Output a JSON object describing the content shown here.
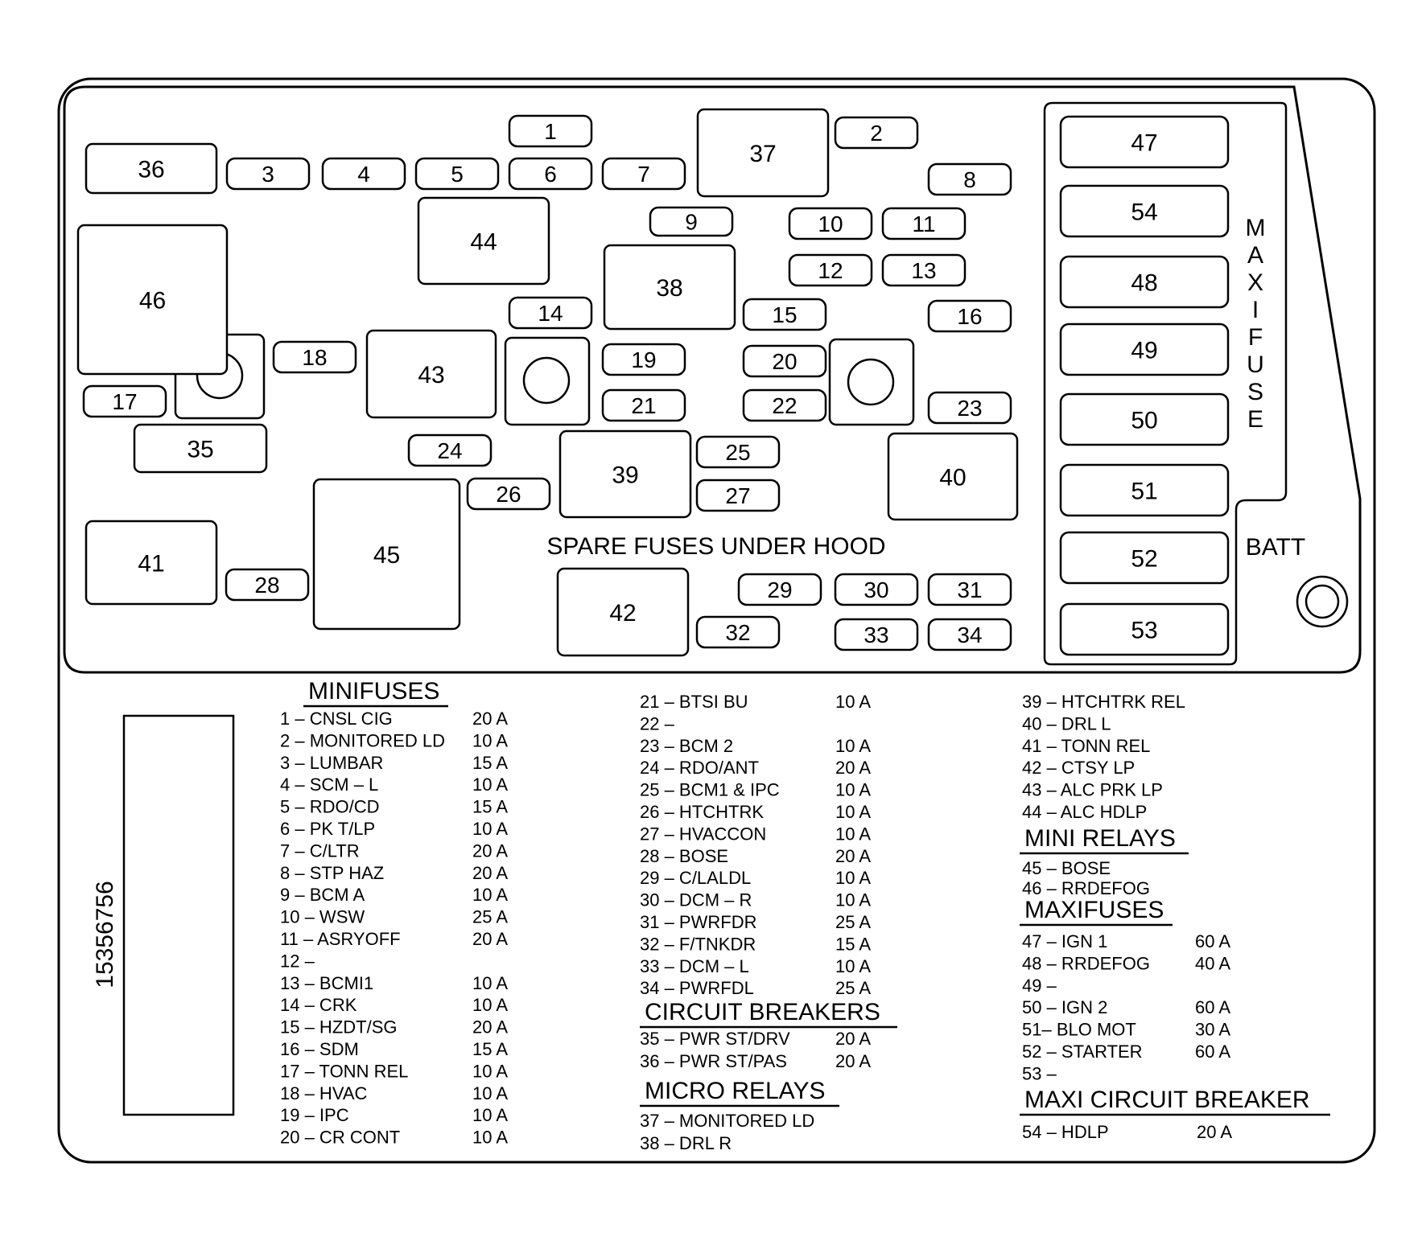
{
  "diagram": {
    "part_number": "15356756",
    "spare_note": "SPARE FUSES UNDER HOOD",
    "batt_label": "BATT",
    "maxi_fuse_label": "MAXIFUSE",
    "components": [
      "1",
      "2",
      "3",
      "4",
      "5",
      "6",
      "7",
      "8",
      "9",
      "10",
      "11",
      "12",
      "13",
      "14",
      "15",
      "16",
      "17",
      "18",
      "19",
      "20",
      "21",
      "22",
      "23",
      "24",
      "25",
      "26",
      "27",
      "28",
      "29",
      "30",
      "31",
      "32",
      "33",
      "34",
      "35",
      "36",
      "37",
      "38",
      "39",
      "40",
      "41",
      "42",
      "43",
      "44",
      "45",
      "46",
      "47",
      "48",
      "49",
      "50",
      "51",
      "52",
      "53",
      "54"
    ]
  },
  "legend": {
    "minifuses": {
      "title": "MINIFUSES",
      "col1": [
        {
          "label": "1 – CNSL CIG",
          "amps": "20 A"
        },
        {
          "label": "2 – MONITORED LD",
          "amps": "10 A"
        },
        {
          "label": "3 – LUMBAR",
          "amps": "15 A"
        },
        {
          "label": "4 – SCM – L",
          "amps": "10 A"
        },
        {
          "label": "5 – RDO/CD",
          "amps": "15 A"
        },
        {
          "label": "6 – PK T/LP",
          "amps": "10 A"
        },
        {
          "label": "7 – C/LTR",
          "amps": "20 A"
        },
        {
          "label": "8 – STP HAZ",
          "amps": "20 A"
        },
        {
          "label": "9 – BCM A",
          "amps": "10 A"
        },
        {
          "label": "10 – WSW",
          "amps": "25 A"
        },
        {
          "label": "11 – ASRYOFF",
          "amps": "20 A"
        },
        {
          "label": "12 –",
          "amps": ""
        },
        {
          "label": "13 – BCMI1",
          "amps": "10 A"
        },
        {
          "label": "14 – CRK",
          "amps": "10 A"
        },
        {
          "label": "15 – HZDT/SG",
          "amps": "20 A"
        },
        {
          "label": "16 – SDM",
          "amps": "15 A"
        },
        {
          "label": "17 – TONN REL",
          "amps": "10 A"
        },
        {
          "label": "18 – HVAC",
          "amps": "10 A"
        },
        {
          "label": "19 – IPC",
          "amps": "10 A"
        },
        {
          "label": "20 – CR CONT",
          "amps": "10 A"
        }
      ],
      "col2": [
        {
          "label": "21 – BTSI BU",
          "amps": "10 A"
        },
        {
          "label": "22 –",
          "amps": ""
        },
        {
          "label": "23 – BCM 2",
          "amps": "10 A"
        },
        {
          "label": "24 – RDO/ANT",
          "amps": "20 A"
        },
        {
          "label": "25 – BCM1 & IPC",
          "amps": "10 A"
        },
        {
          "label": "26 – HTCHTRK",
          "amps": "10 A"
        },
        {
          "label": "27 – HVACCON",
          "amps": "10 A"
        },
        {
          "label": "28 – BOSE",
          "amps": "20 A"
        },
        {
          "label": "29 – C/LALDL",
          "amps": "10 A"
        },
        {
          "label": "30 – DCM – R",
          "amps": "10 A"
        },
        {
          "label": "31 – PWRFDR",
          "amps": "25 A"
        },
        {
          "label": "32 – F/TNKDR",
          "amps": "15 A"
        },
        {
          "label": "33 – DCM – L",
          "amps": "10 A"
        },
        {
          "label": "34 – PWRFDL",
          "amps": "25 A"
        }
      ]
    },
    "circuit_breakers": {
      "title": "CIRCUIT BREAKERS",
      "items": [
        {
          "label": "35 – PWR ST/DRV",
          "amps": "20 A"
        },
        {
          "label": "36 – PWR ST/PAS",
          "amps": "20 A"
        }
      ]
    },
    "micro_relays": {
      "title": "MICRO RELAYS",
      "items": [
        {
          "label": "37 – MONITORED LD"
        },
        {
          "label": "38 – DRL R"
        },
        {
          "label": "39 – HTCHTRK REL"
        },
        {
          "label": "40 – DRL L"
        },
        {
          "label": "41 – TONN REL"
        },
        {
          "label": "42 – CTSY LP"
        },
        {
          "label": "43 – ALC PRK LP"
        },
        {
          "label": "44 – ALC HDLP"
        }
      ]
    },
    "mini_relays": {
      "title": "MINI RELAYS",
      "items": [
        {
          "label": "45 – BOSE"
        },
        {
          "label": "46 – RRDEFOG"
        }
      ]
    },
    "maxifuses": {
      "title": "MAXIFUSES",
      "items": [
        {
          "label": "47 – IGN 1",
          "amps": "60 A"
        },
        {
          "label": "48 – RRDEFOG",
          "amps": "40 A"
        },
        {
          "label": "49 –",
          "amps": ""
        },
        {
          "label": "50 – IGN 2",
          "amps": "60 A"
        },
        {
          "label": "51– BLO MOT",
          "amps": "30 A"
        },
        {
          "label": "52 – STARTER",
          "amps": "60 A"
        },
        {
          "label": "53 –",
          "amps": ""
        }
      ]
    },
    "maxi_circuit_breaker": {
      "title": "MAXI CIRCUIT BREAKER",
      "items": [
        {
          "label": "54 – HDLP",
          "amps": "20 A"
        }
      ]
    }
  }
}
